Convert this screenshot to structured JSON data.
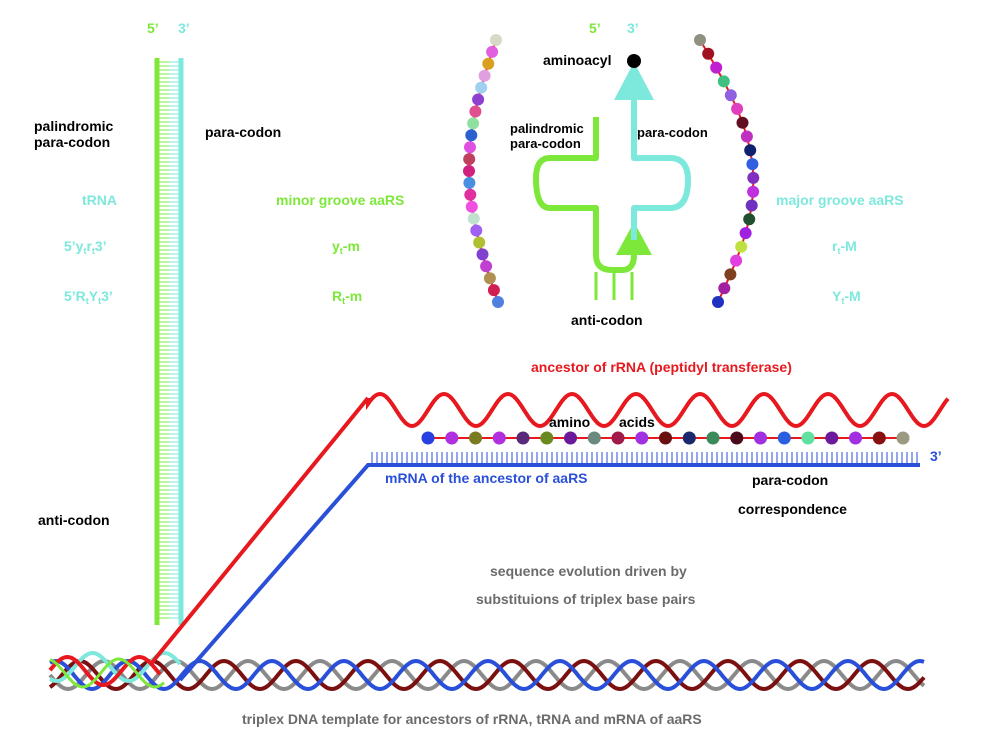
{
  "colors": {
    "green": "#7de83a",
    "cyan": "#7de8dc",
    "red": "#e8191e",
    "blue": "#2a4fd8",
    "darkred": "#7a1010",
    "grey": "#8a8a8a",
    "black": "#000000"
  },
  "strand": {
    "five_prime": "5’",
    "three_prime": "3’"
  },
  "left": {
    "palindromic_line1": "palindromic",
    "palindromic_line2": "para-codon",
    "para_codon": "para-codon",
    "trna": "tRNA",
    "yr_prefix": "5’y",
    "yr_sub1": "t",
    "yr_mid": "r",
    "yr_sub2": "t",
    "yr_suffix": "3’",
    "RY_prefix": "5’R",
    "RY_sub1": "t",
    "RY_mid": "Y",
    "RY_sub2": "t",
    "RY_suffix": "3’",
    "anti_codon": "anti-codon"
  },
  "middle": {
    "minor_groove": "minor groove aaRS",
    "ym_base": "y",
    "ym_sub": "t",
    "ym_suffix": "-m",
    "Rm_base": "R",
    "Rm_sub": "t",
    "Rm_suffix": "-m"
  },
  "trna_top": {
    "five_prime": "5’",
    "three_prime": "3’",
    "aminoacyl": "aminoacyl",
    "palindromic_line1": "palindromic",
    "palindromic_line2": "para-codon",
    "para_codon": "para-codon",
    "anti_codon": "anti-codon"
  },
  "right": {
    "major_groove": "major groove aaRS",
    "rM_base": "r",
    "rM_sub": "t",
    "rM_suffix": "-M",
    "YM_base": "Y",
    "YM_sub": "t",
    "YM_suffix": "-M"
  },
  "lower": {
    "rrna_ancestor": "ancestor of rRNA (peptidyl transferase)",
    "amino": "amino",
    "acids": "acids",
    "mrna": "mRNA of the ancestor of aaRS",
    "three_prime": "3’",
    "para_codon": "para-codon",
    "correspondence": "correspondence",
    "seq_line1": "sequence evolution driven by",
    "seq_line2": "substituions of triplex base pairs",
    "triplex": "triplex DNA template for ancestors of rRNA, tRNA and mRNA of aaRS"
  },
  "bead_colors": {
    "left_chain": [
      "#d8d8c8",
      "#e060e0",
      "#d8a020",
      "#e0a0e0",
      "#a0d0f0",
      "#9040d0",
      "#e05090",
      "#90e0a0",
      "#2a60d0",
      "#e050e0",
      "#c04060",
      "#d02080",
      "#4a90e0",
      "#e030a0",
      "#f050e0",
      "#c0e0d0",
      "#a060f0",
      "#b0c030",
      "#8040d0",
      "#c040d0",
      "#b09050",
      "#d02050",
      "#5080e0"
    ],
    "right_chain": [
      "#909080",
      "#a01020",
      "#c020d0",
      "#40c080",
      "#9060e0",
      "#e040c0",
      "#601020",
      "#c030c0",
      "#102070",
      "#3060e0",
      "#8030c0",
      "#c030e0",
      "#7030c0",
      "#205030",
      "#a020e0",
      "#c0e040",
      "#e040e0",
      "#804020",
      "#a020a0",
      "#2030c0"
    ],
    "amino_acids": [
      "#2a3fe0",
      "#b030e0",
      "#7a7a20",
      "#b030e0",
      "#5a2a7a",
      "#6a8a20",
      "#6a1a9a",
      "#6a8a80",
      "#a01a4a",
      "#a030e0",
      "#6a1010",
      "#1a2a6a",
      "#3a8a5a",
      "#4a0a1a",
      "#a030e0",
      "#2a60e0",
      "#60e0a0",
      "#6a1a9a",
      "#a030e0",
      "#8a1010",
      "#9a9a80"
    ]
  }
}
